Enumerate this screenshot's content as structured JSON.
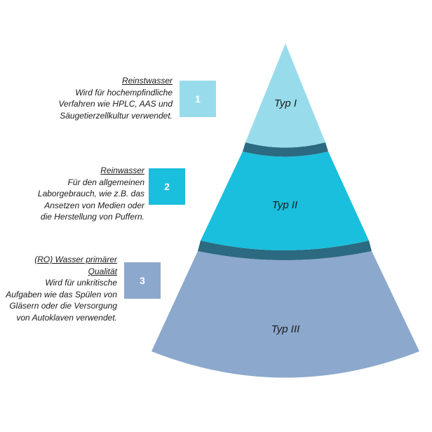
{
  "colors": {
    "tier1": "#98dcec",
    "tier2": "#19bfdc",
    "tier3": "#8ca8cc",
    "band": "#2b6a80",
    "badge1": "#98dcec",
    "badge2": "#19bfdc",
    "badge3": "#8ca8cc"
  },
  "tiers": [
    {
      "number": "1",
      "label": "Typ I",
      "title": "Reinstwasser",
      "lines": [
        "Wird für hochempfindliche",
        "Verfahren wie HPLC, AAS und",
        "Säugetierzellkultur verwendet."
      ]
    },
    {
      "number": "2",
      "label": "Typ II",
      "title": "Reinwasser",
      "lines": [
        "Für den allgemeinen",
        "Laborgebrauch, wie z.B. das",
        "Ansetzen von Medien oder",
        "die Herstellung von Puffern."
      ]
    },
    {
      "number": "3",
      "label": "Typ III",
      "title_lines": [
        "(RO) Wasser primärer",
        "Qualität"
      ],
      "lines": [
        "Wird für unkritische",
        "Aufgaben wie das Spülen von",
        "Gläsern oder die Versorgung",
        "von Autoklaven verwendet."
      ]
    }
  ]
}
